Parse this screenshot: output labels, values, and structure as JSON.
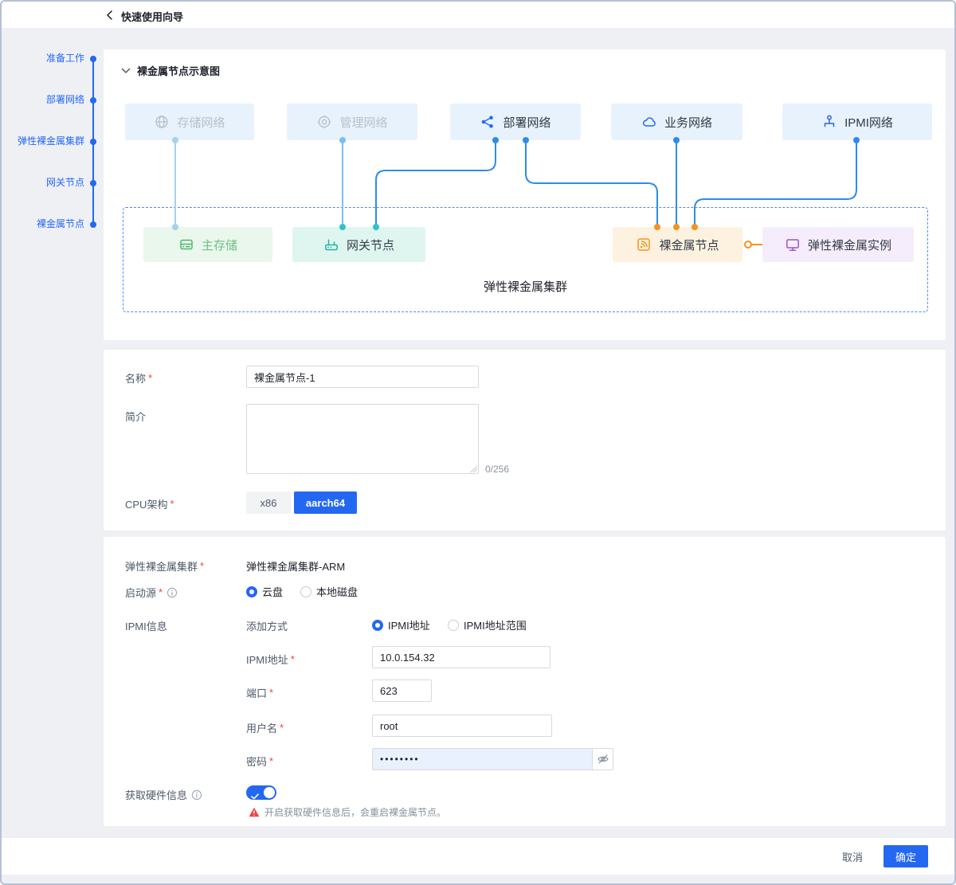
{
  "colors": {
    "accent": "#2468f2",
    "network_box_bg": "#e8f2fd",
    "storage_node_bg": "#e9f7ec",
    "gateway_node_bg": "#dff6f0",
    "baremetal_node_bg": "#fdf2df",
    "instance_node_bg": "#f5edfb",
    "dashed_border": "#4d88ff",
    "connector_orange": "#f5921e",
    "required": "#f53f3f"
  },
  "header": {
    "title": "快速使用向导"
  },
  "stepper": {
    "items": [
      {
        "label": "准备工作"
      },
      {
        "label": "部署网络"
      },
      {
        "label": "弹性裸金属集群"
      },
      {
        "label": "网关节点"
      },
      {
        "label": "裸金属节点"
      }
    ]
  },
  "diagram": {
    "section_title": "裸金属节点示意图",
    "networks": [
      {
        "label": "存储网络",
        "muted": true
      },
      {
        "label": "管理网络",
        "muted": true
      },
      {
        "label": "部署网络",
        "muted": false
      },
      {
        "label": "业务网络",
        "muted": false
      },
      {
        "label": "IPMI网络",
        "muted": false
      }
    ],
    "nodes": [
      {
        "label": "主存储"
      },
      {
        "label": "网关节点"
      },
      {
        "label": "裸金属节点"
      },
      {
        "label": "弹性裸金属实例"
      }
    ],
    "cluster_label": "弹性裸金属集群"
  },
  "form_basic": {
    "name_label": "名称",
    "name_value": "裸金属节点-1",
    "desc_label": "简介",
    "desc_value": "",
    "desc_counter": "0/256",
    "cpu_label": "CPU架构",
    "cpu_options": {
      "x86": "x86",
      "aarch64": "aarch64"
    },
    "cpu_selected": "aarch64"
  },
  "form_detail": {
    "cluster_label": "弹性裸金属集群",
    "cluster_value": "弹性裸金属集群-ARM",
    "boot_label": "启动源",
    "boot_option_cloud": "云盘",
    "boot_option_local": "本地磁盘",
    "boot_selected": "云盘",
    "ipmi_section_label": "IPMI信息",
    "method_label": "添加方式",
    "method_option_addr": "IPMI地址",
    "method_option_range": "IPMI地址范围",
    "method_selected": "IPMI地址",
    "addr_label": "IPMI地址",
    "addr_value": "10.0.154.32",
    "port_label": "端口",
    "port_value": "623",
    "user_label": "用户名",
    "user_value": "root",
    "pwd_label": "密码",
    "pwd_value": "••••••••",
    "hw_label": "获取硬件信息",
    "hw_enabled": true,
    "hw_warning": "开启获取硬件信息后，会重启裸金属节点。"
  },
  "footer": {
    "cancel": "取消",
    "confirm": "确定"
  },
  "ui": {
    "required_mark": "*"
  }
}
